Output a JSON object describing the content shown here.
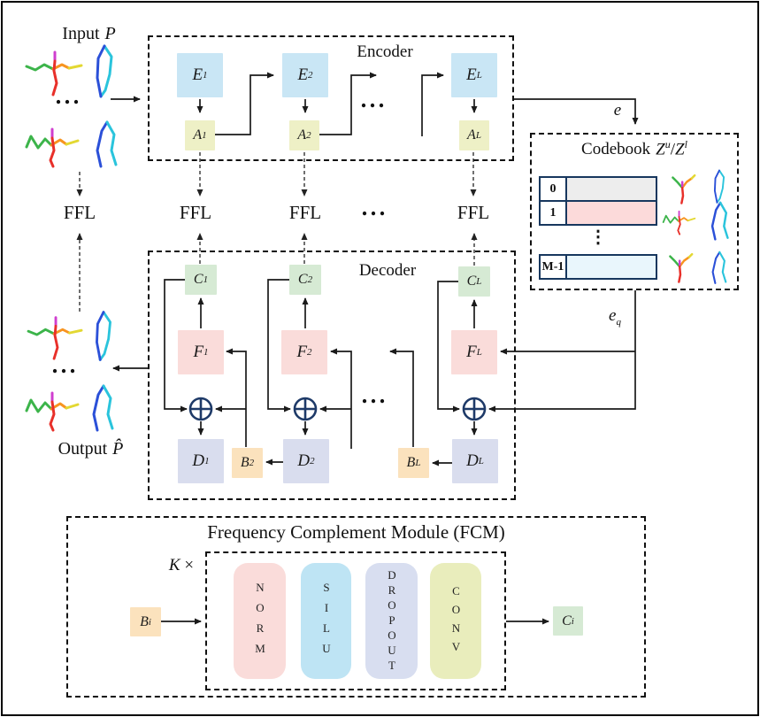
{
  "figure": {
    "input_label": {
      "prefix": "Input",
      "var": "P"
    },
    "output_label": {
      "prefix": "Output",
      "var": "P̂"
    },
    "dots": "...",
    "vdots": "⋮"
  },
  "encoder": {
    "title": "Encoder",
    "e_blocks": [
      {
        "main": "E",
        "sub": "1"
      },
      {
        "main": "E",
        "sub": "2"
      },
      {
        "main": "E",
        "sub": "L"
      }
    ],
    "a_blocks": [
      {
        "main": "A",
        "sub": "1"
      },
      {
        "main": "A",
        "sub": "2"
      },
      {
        "main": "A",
        "sub": "L"
      }
    ],
    "to_codebook_label": "e"
  },
  "codebook": {
    "title_prefix": "Codebook",
    "title_math": {
      "z": "Z",
      "sup_u": "u",
      "slash": "/",
      "sup_l": "l"
    },
    "rows": [
      {
        "index": "0"
      },
      {
        "index": "1"
      },
      {
        "index": "M-1"
      }
    ],
    "out_label": {
      "main": "e",
      "sub": "q"
    }
  },
  "ffl": {
    "items": [
      "FFL",
      "FFL",
      "FFL",
      "FFL"
    ]
  },
  "decoder": {
    "title": "Decoder",
    "c_blocks": [
      {
        "main": "C",
        "sub": "1"
      },
      {
        "main": "C",
        "sub": "2"
      },
      {
        "main": "C",
        "sub": "L"
      }
    ],
    "f_blocks": [
      {
        "main": "F",
        "sub": "1"
      },
      {
        "main": "F",
        "sub": "2"
      },
      {
        "main": "F",
        "sub": "L"
      }
    ],
    "d_blocks": [
      {
        "main": "D",
        "sub": "1"
      },
      {
        "main": "D",
        "sub": "2"
      },
      {
        "main": "D",
        "sub": "L"
      }
    ],
    "b_blocks": [
      {
        "main": "B",
        "sub": "2"
      },
      {
        "main": "B",
        "sub": "L"
      }
    ]
  },
  "fcm": {
    "title": "Frequency Complement Module (FCM)",
    "repeat_label": {
      "main": "K",
      "times": "×"
    },
    "input_block": {
      "main": "B",
      "sub": "i"
    },
    "output_block": {
      "main": "C",
      "sub": "i"
    },
    "pills": [
      {
        "label": "NORM"
      },
      {
        "label": "SILU"
      },
      {
        "label": "DROPOUT"
      },
      {
        "label": "CONV"
      }
    ]
  },
  "colors": {
    "e_block": "#c9e6f5",
    "a_block": "#eef0c6",
    "c_block": "#d6ead4",
    "f_block": "#fadcda",
    "d_block": "#d9ddee",
    "b_block": "#fbe2bd",
    "row0_bar": "#ededed",
    "row1_bar": "#fcdada",
    "rowm_bar": "#e9f6fc",
    "codebook_border": "#17375e",
    "sum_node": "#1e3a68",
    "pill_norm": "#fadcda",
    "pill_silu": "#bee4f4",
    "pill_dropout": "#d8def0",
    "pill_conv": "#e9edbc"
  }
}
